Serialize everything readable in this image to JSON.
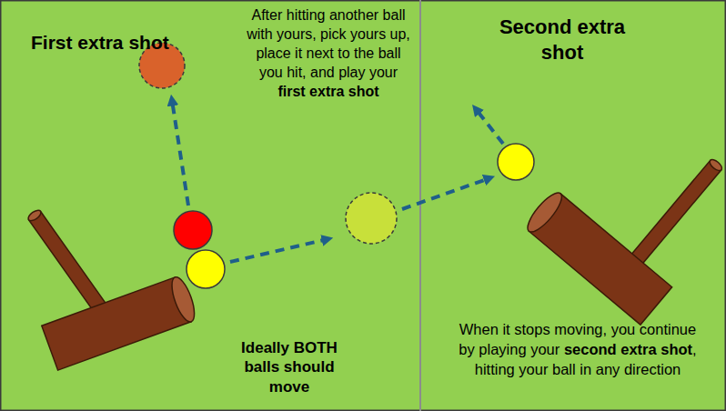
{
  "diagram": {
    "nodes": [
      {
        "text": [
          "First extra shot",
          "After hitting another ball with yours, pick yours up, place it next to the ball you hit, and play your first extra shot",
          "Ideally BOTH balls should move"
        ]
      },
      {
        "text": [
          "Second extra shot",
          "When it stops moving, you continue by playing your second extra shot, hitting your ball in any direction"
        ]
      }
    ]
  }
}
